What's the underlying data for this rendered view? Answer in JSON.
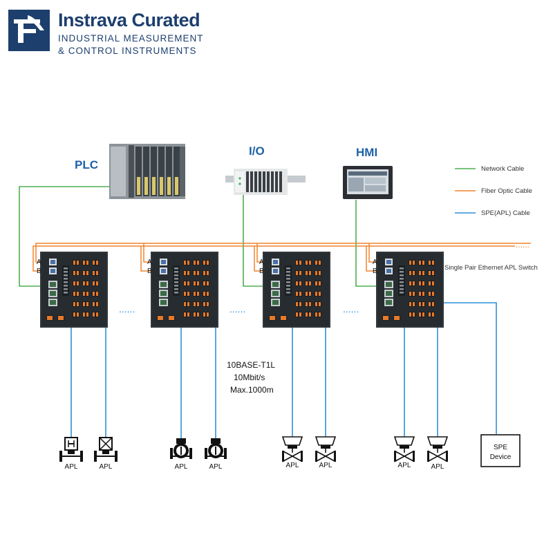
{
  "logo": {
    "brand": "Instrava Curated",
    "line1": "INDUSTRIAL MEASUREMENT",
    "line2": "& CONTROL INSTRUMENTS"
  },
  "devices": {
    "plc": "PLC",
    "io": "I/O",
    "hmi": "HMI"
  },
  "legend": {
    "network": "Network Cable",
    "fiber": "Fiber Optic Cable",
    "spe": "SPE(APL) Cable"
  },
  "colors": {
    "network": "#4caf50",
    "fiber": "#f0842c",
    "spe": "#2d8fd8",
    "brand": "#1d3f6e",
    "device_label": "#1d62a8"
  },
  "switch_label": "Single Pair Ethernet APL Switch",
  "port_a": "A",
  "port_b": "B",
  "spec": {
    "line1": "10BASE-T1L",
    "line2": "10Mbit/s",
    "line3": "Max.1000m"
  },
  "ellipsis": "......",
  "fiber_tail": "......",
  "spe_device": {
    "line1": "SPE",
    "line2": "Device"
  },
  "field_label": "APL"
}
